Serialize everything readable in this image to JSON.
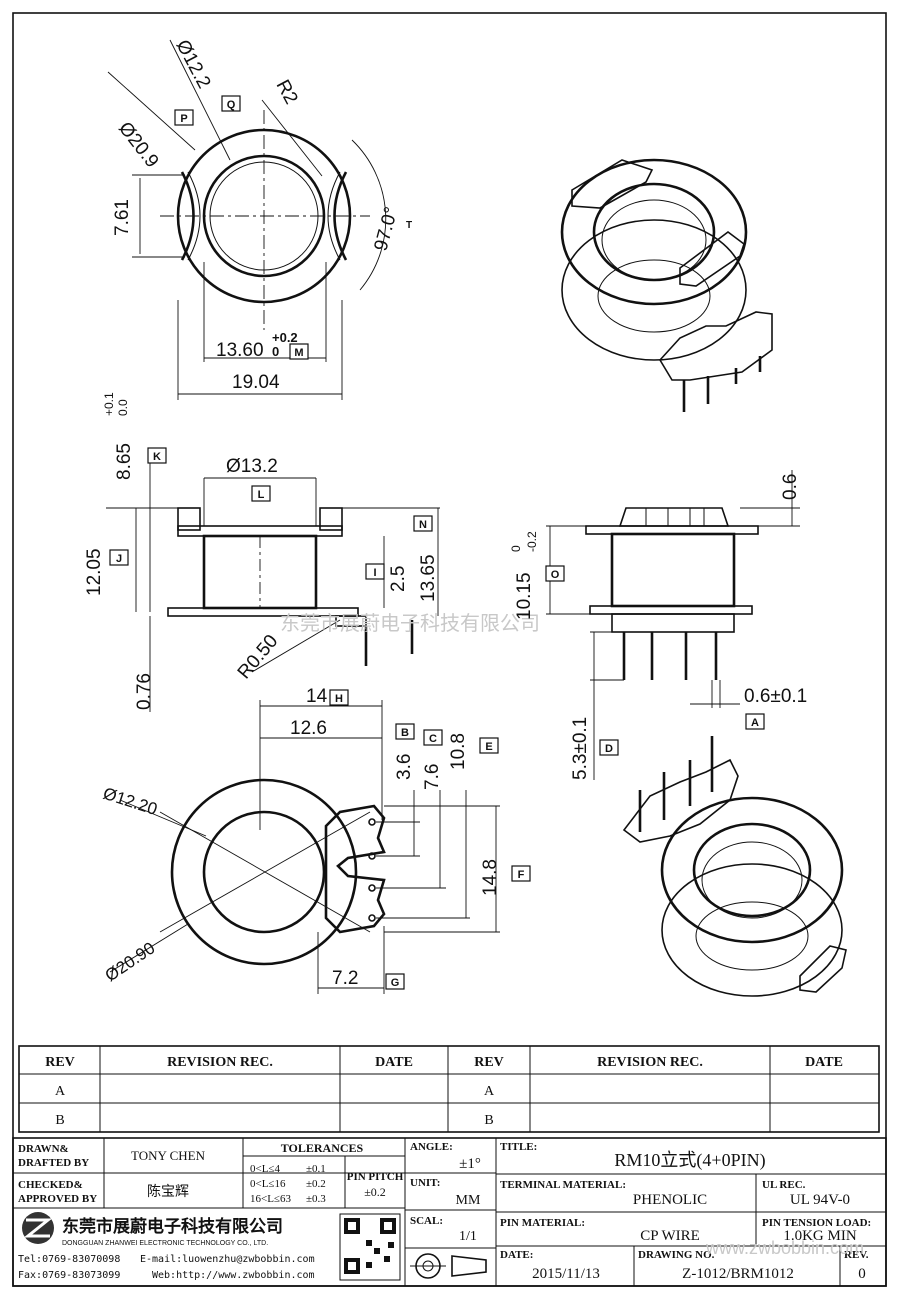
{
  "drawing": {
    "top_view": {
      "dims": {
        "outer_dia": "Ø20.9",
        "outer_tag": "P",
        "inner_dia": "Ø12.2",
        "inner_tag": "Q",
        "radius": "R2",
        "slot": "7.61",
        "angle": "97.0°",
        "marker_t": "T",
        "width_inner": "13.60",
        "width_inner_tol_plus": "+0.2",
        "width_inner_tol_zero": "0",
        "width_inner_tag": "M",
        "width_outer": "19.04"
      }
    },
    "front_view": {
      "dims": {
        "height_top": "8.65",
        "height_top_tol_plus": "+0.1",
        "height_top_tol_minus": "0.0",
        "height_top_tag": "K",
        "barrel_dia": "Ø13.2",
        "barrel_tag": "L",
        "total_height": "12.05",
        "total_tag": "J",
        "flange_gap": "2.5",
        "flange_gap_tag": "I",
        "height_right": "13.65",
        "height_right_tag": "N",
        "flange_thick": "0.76",
        "fillet": "R0.50"
      }
    },
    "side_view": {
      "dims": {
        "top_flange": "0.6",
        "body_height": "10.15",
        "body_tol_upper": "0",
        "body_tol_lower": "-0.2",
        "body_tag": "O",
        "pin_length": "5.3±0.1",
        "pin_length_tag": "D",
        "pin_dia": "0.6±0.1",
        "pin_dia_tag": "A"
      }
    },
    "bottom_view": {
      "dims": {
        "span_14": "14",
        "span_14_tag": "H",
        "span_126": "12.6",
        "p36": "3.6",
        "p36_tag": "B",
        "p76": "7.6",
        "p76_tag": "C",
        "p108": "10.8",
        "p108_tag": "E",
        "p148": "14.8",
        "p148_tag": "F",
        "p72": "7.2",
        "p72_tag": "G",
        "inner_dia": "Ø12.20",
        "outer_dia": "Ø20.90"
      }
    },
    "watermark": "东莞市展蔚电子科技有限公司"
  },
  "revision_table": {
    "headers": [
      "REV",
      "REVISION REC.",
      "DATE",
      "REV",
      "REVISION REC.",
      "DATE"
    ],
    "rows": [
      [
        "A",
        "",
        "",
        "A",
        "",
        ""
      ],
      [
        "B",
        "",
        "",
        "B",
        "",
        ""
      ]
    ]
  },
  "title_block": {
    "drawn_label_1": "DRAWN&",
    "drawn_label_2": "DRAFTED BY",
    "drawn_by": "TONY CHEN",
    "checked_label_1": "CHECKED&",
    "checked_label_2": "APPROVED BY",
    "approved_by": "陈宝辉",
    "tolerances_label": "TOLERANCES",
    "tol_rows": [
      [
        "0<L≤4",
        "±0.1"
      ],
      [
        "0<L≤16",
        "±0.2"
      ],
      [
        "16<L≤63",
        "±0.3"
      ]
    ],
    "pin_pitch_label_1": "PIN PITCH",
    "pin_pitch_value": "±0.2",
    "angle_label": "ANGLE:",
    "angle_value": "±1°",
    "unit_label": "UNIT:",
    "unit_value": "MM",
    "scale_label": "SCAL:",
    "scale_value": "1/1",
    "title_label": "TITLE:",
    "title_value": "RM10立式(4+0PIN)",
    "terminal_label": "TERMINAL MATERIAL:",
    "terminal_value": "PHENOLIC",
    "ul_label": "UL REC.",
    "ul_value": "UL 94V-0",
    "pin_material_label": "PIN MATERIAL:",
    "pin_material_value": "CP WIRE",
    "pin_tension_label": "PIN TENSION LOAD:",
    "pin_tension_value": "1.0KG MIN",
    "date_label": "DATE:",
    "date_value": "2015/11/13",
    "drawing_no_label": "DRAWING NO.",
    "drawing_no_value": "Z-1012/BRM1012",
    "rev_label": "REV.",
    "rev_value": "0",
    "company_cn": "东莞市展蔚电子科技有限公司",
    "company_en": "DONGGUAN ZHANWEI ELECTRONIC TECHNOLOGY CO., LTD.",
    "tel": "Tel:0769-83070098",
    "email": "E-mail:luowenzhu@zwbobbin.com",
    "fax": "Fax:0769-83073099",
    "web": "Web:http://www.zwbobbin.com",
    "watermark_url": "www.zwbobbin.com"
  },
  "colors": {
    "ink": "#111111",
    "paper": "#ffffff",
    "watermark": "#c8c8c8"
  }
}
